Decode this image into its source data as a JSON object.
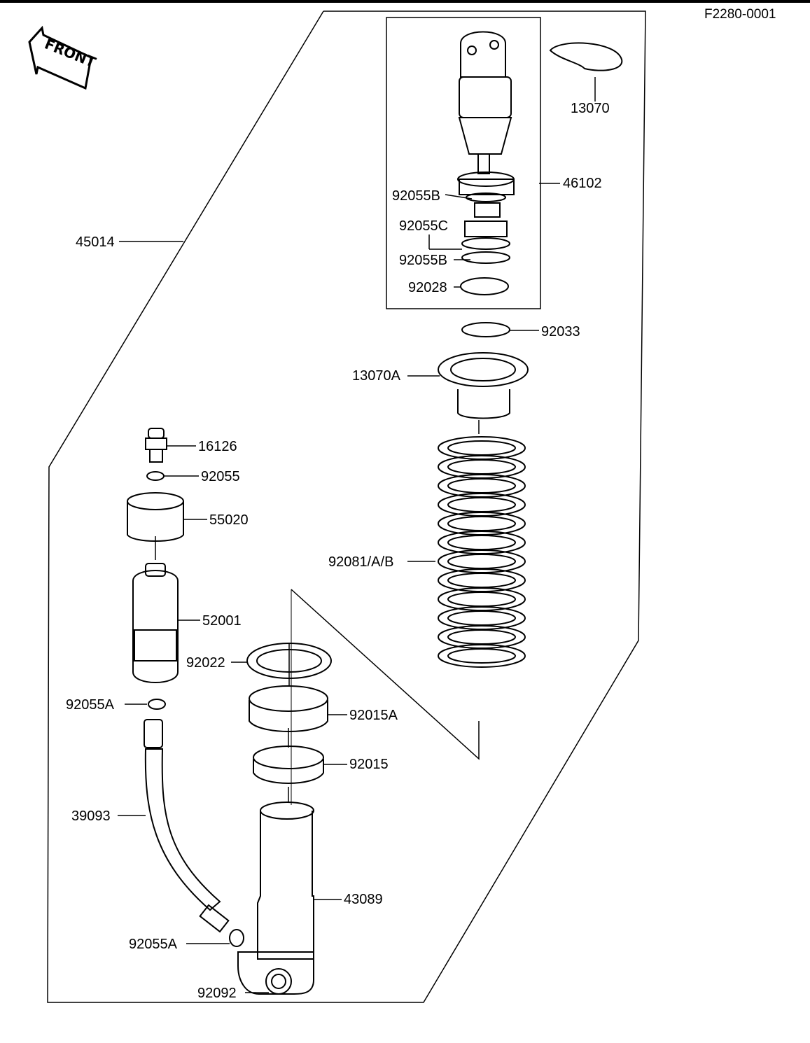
{
  "figure_code": "F2280-0001",
  "direction_label": "FRONT",
  "parts": [
    {
      "id": "p13070",
      "number": "13070"
    },
    {
      "id": "p46102",
      "number": "46102"
    },
    {
      "id": "p92055b1",
      "number": "92055B"
    },
    {
      "id": "p92055c",
      "number": "92055C"
    },
    {
      "id": "p92055b2",
      "number": "92055B"
    },
    {
      "id": "p92028",
      "number": "92028"
    },
    {
      "id": "p92033",
      "number": "92033"
    },
    {
      "id": "p13070a",
      "number": "13070A"
    },
    {
      "id": "p45014",
      "number": "45014"
    },
    {
      "id": "p16126",
      "number": "16126"
    },
    {
      "id": "p92055",
      "number": "92055"
    },
    {
      "id": "p55020",
      "number": "55020"
    },
    {
      "id": "p92081",
      "number": "92081/A/B"
    },
    {
      "id": "p52001",
      "number": "52001"
    },
    {
      "id": "p92022",
      "number": "92022"
    },
    {
      "id": "p92055a1",
      "number": "92055A"
    },
    {
      "id": "p92015a",
      "number": "92015A"
    },
    {
      "id": "p92015",
      "number": "92015"
    },
    {
      "id": "p39093",
      "number": "39093"
    },
    {
      "id": "p43089",
      "number": "43089"
    },
    {
      "id": "p92055a2",
      "number": "92055A"
    },
    {
      "id": "p92092",
      "number": "92092"
    }
  ]
}
